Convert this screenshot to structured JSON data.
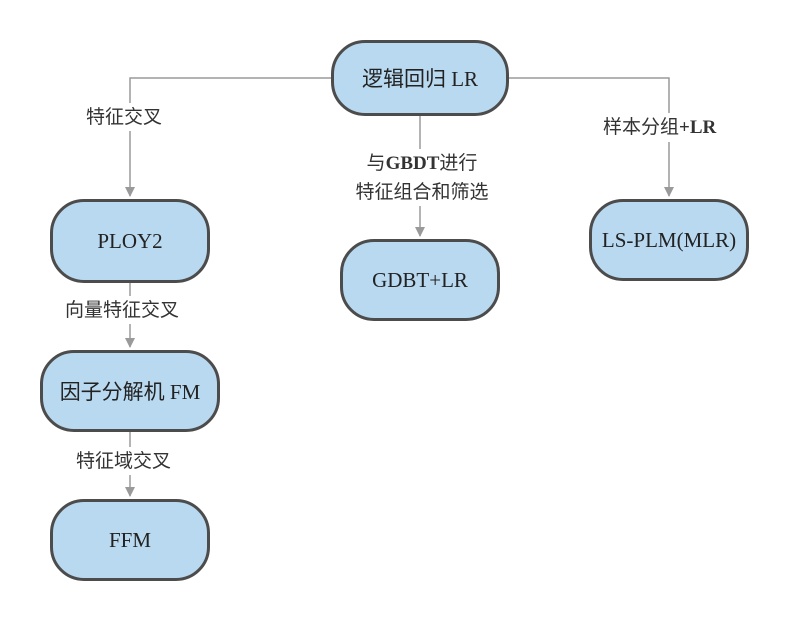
{
  "nodes": {
    "lr": "逻辑回归 LR",
    "poly2": "PLOY2",
    "fm": "因子分解机 FM",
    "ffm": "FFM",
    "gbdt_lr": "GDBT+LR",
    "ls_plm": "LS-PLM(MLR)"
  },
  "edges": {
    "lr_to_poly2": "特征交叉",
    "lr_to_gbdt_pre": "与",
    "lr_to_gbdt_bold": "GBDT",
    "lr_to_gbdt_post": "进行",
    "lr_to_gbdt_line2": "特征组合和筛选",
    "lr_to_lsplm_pre": "样本分组",
    "lr_to_lsplm_bold": "+LR",
    "poly2_to_fm": "向量特征交叉",
    "fm_to_ffm": "特征域交叉"
  },
  "colors": {
    "node_fill": "#b9d9f0",
    "node_border": "#4c4c4c",
    "connector": "#9a9a9a"
  }
}
